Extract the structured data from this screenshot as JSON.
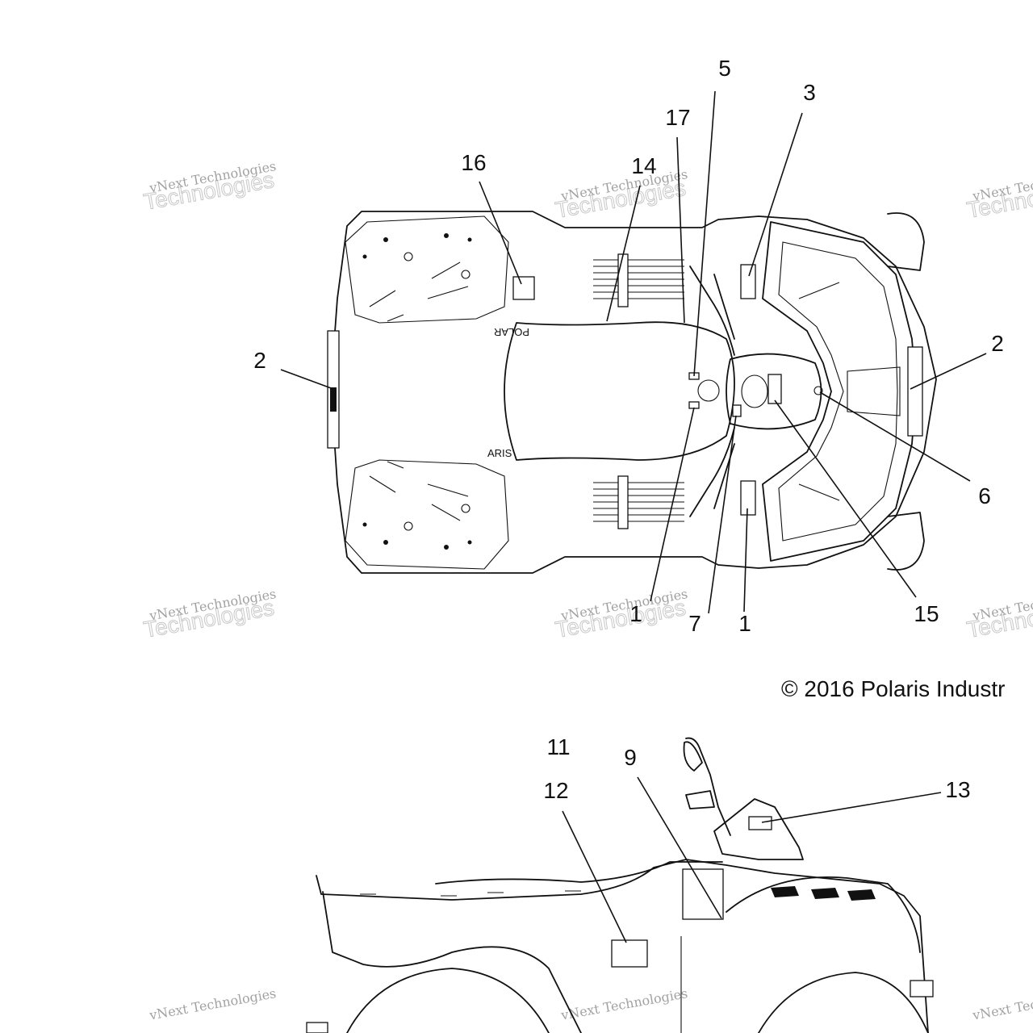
{
  "callouts": {
    "c5": "5",
    "c3": "3",
    "c17": "17",
    "c16": "16",
    "c14": "14",
    "c2_left": "2",
    "c2_right": "2",
    "c6": "6",
    "c15": "15",
    "c1_a": "1",
    "c7": "7",
    "c1_b": "1",
    "c11": "11",
    "c12": "12",
    "c9": "9",
    "c13": "13"
  },
  "copyright": "© 2016 Polaris Industr",
  "body_text": {
    "brand_top": "POLAR",
    "brand_bottom": "ARIS"
  },
  "watermark": {
    "line1": "vNext Technologies",
    "line2": "Technologies",
    "line3": "vNext"
  },
  "colors": {
    "ink": "#111111",
    "watermark": "#999999",
    "background": "#ffffff"
  }
}
